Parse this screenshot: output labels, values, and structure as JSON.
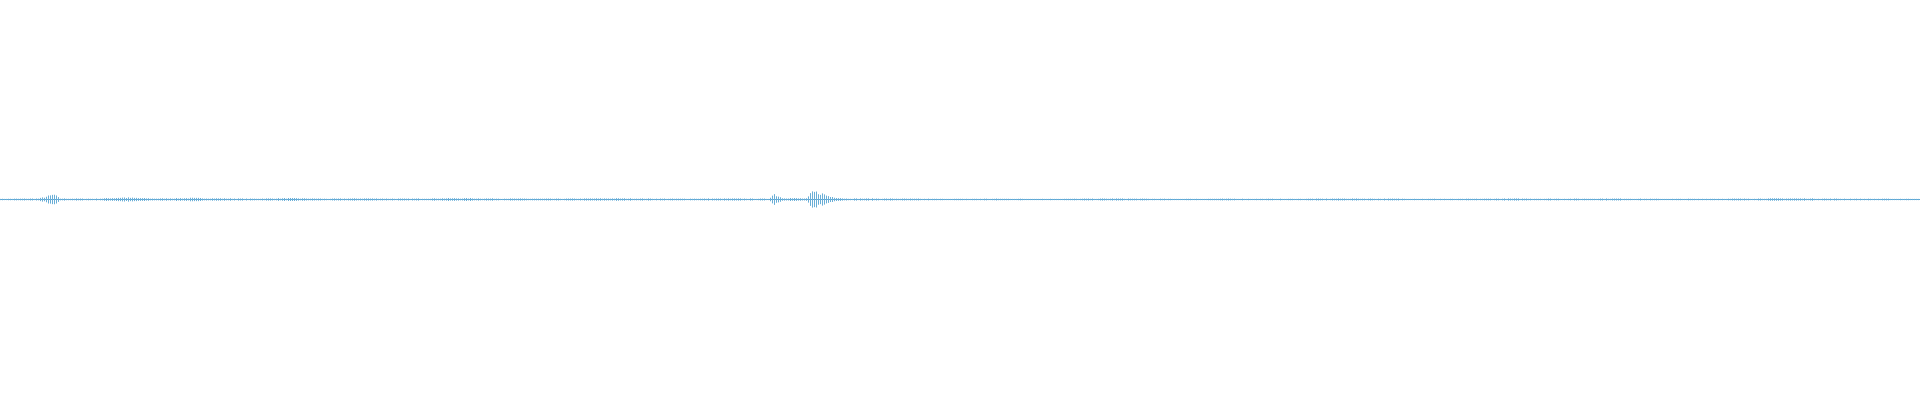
{
  "chart_data": {
    "type": "area",
    "title": "",
    "xlabel": "",
    "ylabel": "",
    "ylim": [
      -1,
      1
    ],
    "grid": false,
    "legend": "none",
    "color": "#6aaed6",
    "baseline_color": "#5aa6d6",
    "series": [
      {
        "envelope": [
          [
            0.0,
            0.004
          ],
          [
            0.02,
            0.006
          ],
          [
            0.028,
            0.03
          ],
          [
            0.031,
            0.006
          ],
          [
            0.05,
            0.005
          ],
          [
            0.064,
            0.012
          ],
          [
            0.08,
            0.006
          ],
          [
            0.1,
            0.009
          ],
          [
            0.13,
            0.005
          ],
          [
            0.15,
            0.008
          ],
          [
            0.17,
            0.005
          ],
          [
            0.19,
            0.007
          ],
          [
            0.21,
            0.005
          ],
          [
            0.24,
            0.008
          ],
          [
            0.26,
            0.006
          ],
          [
            0.29,
            0.005
          ],
          [
            0.32,
            0.007
          ],
          [
            0.35,
            0.005
          ],
          [
            0.38,
            0.006
          ],
          [
            0.4,
            0.005
          ],
          [
            0.403,
            0.034
          ],
          [
            0.407,
            0.01
          ],
          [
            0.42,
            0.006
          ],
          [
            0.423,
            0.048
          ],
          [
            0.427,
            0.04
          ],
          [
            0.432,
            0.018
          ],
          [
            0.44,
            0.006
          ],
          [
            0.46,
            0.006
          ],
          [
            0.49,
            0.004
          ],
          [
            0.52,
            0.005
          ],
          [
            0.55,
            0.004
          ],
          [
            0.58,
            0.006
          ],
          [
            0.61,
            0.004
          ],
          [
            0.64,
            0.005
          ],
          [
            0.67,
            0.004
          ],
          [
            0.7,
            0.006
          ],
          [
            0.73,
            0.005
          ],
          [
            0.76,
            0.004
          ],
          [
            0.79,
            0.006
          ],
          [
            0.82,
            0.005
          ],
          [
            0.84,
            0.006
          ],
          [
            0.87,
            0.004
          ],
          [
            0.9,
            0.005
          ],
          [
            0.93,
            0.007
          ],
          [
            0.96,
            0.005
          ],
          [
            1.0,
            0.004
          ]
        ]
      }
    ]
  }
}
